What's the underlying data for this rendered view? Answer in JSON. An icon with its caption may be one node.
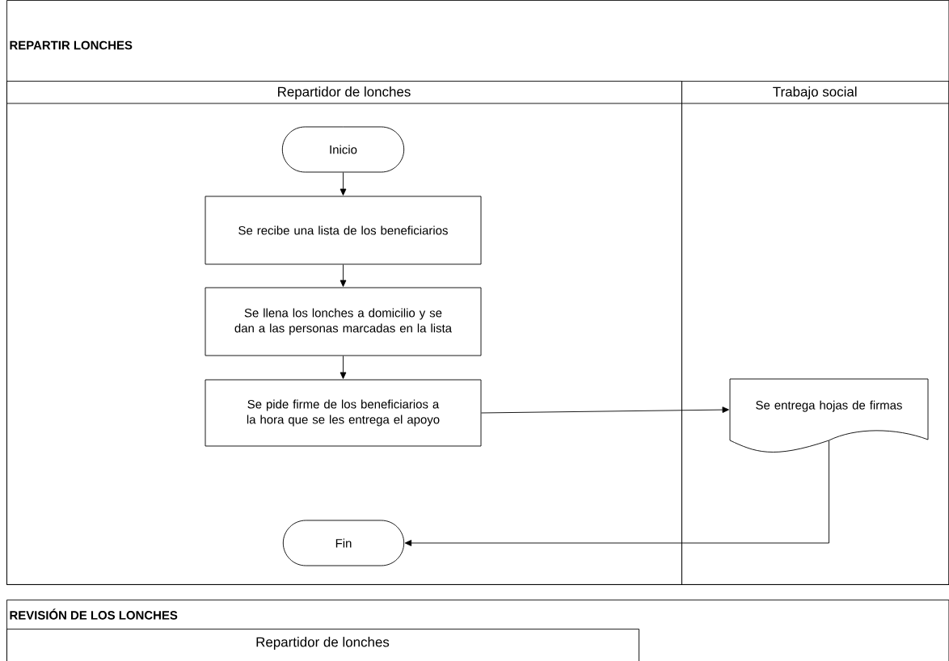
{
  "diagram": {
    "nodes": [
      {
        "text": [
          "REPARTIR LONCHES"
        ]
      },
      {
        "text": [
          "Repartidor de lonches"
        ],
        "in": 0
      },
      {
        "text": [
          "Trabajo social"
        ],
        "in": 0
      },
      {
        "text": [
          "Inicio"
        ],
        "in": 1
      },
      {
        "text": [
          "Se recibe una lista de los beneficiarios"
        ],
        "in": 1
      },
      {
        "text": [
          "Se llena los lonches a domicilio y se dan a las personas marcadas en la lista"
        ],
        "in": 1
      },
      {
        "text": [
          "Se pide firme de los beneficiarios a la hora que se les entrega el apoyo"
        ],
        "in": 1
      },
      {
        "text": [
          "Se entrega hojas de firmas"
        ],
        "in": 2
      },
      {
        "text": [
          "Fin"
        ],
        "in": 1
      },
      {
        "text": [
          "REVISIÓN DE LOS LONCHES"
        ]
      },
      {
        "text": [
          "Repartidor de lonches"
        ],
        "in": 9
      }
    ],
    "edges": [
      {
        "from": 3,
        "to": 4,
        "arrow": "to"
      },
      {
        "from": 4,
        "to": 5,
        "arrow": "to"
      },
      {
        "from": 5,
        "to": 6,
        "arrow": "to"
      },
      {
        "from": 6,
        "to": 7,
        "arrow": "to"
      },
      {
        "from": 7,
        "to": 8,
        "arrow": "to"
      }
    ]
  }
}
